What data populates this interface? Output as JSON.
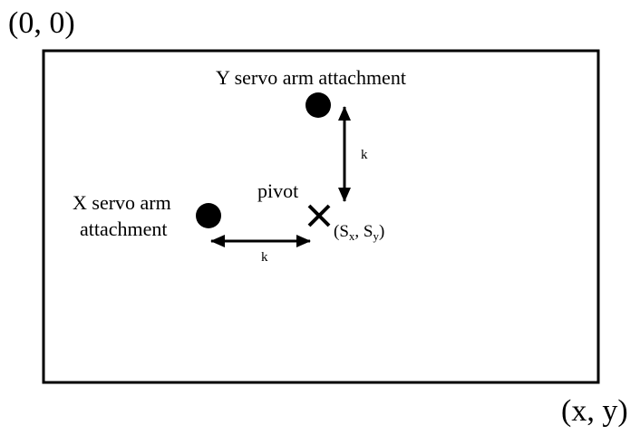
{
  "labels": {
    "origin": "(0, 0)",
    "corner": "(x, y)",
    "y_servo": "Y servo arm attachment",
    "x_servo_line1": "X servo arm",
    "x_servo_line2": "attachment",
    "pivot": "pivot",
    "k_vertical": "k",
    "k_horizontal": "k",
    "pivot_coord": {
      "open": "(S",
      "x_sub": "x",
      "sep": ", S",
      "y_sub": "y",
      "close": ")"
    }
  },
  "colors": {
    "ink": "#000000",
    "background": "#ffffff"
  }
}
